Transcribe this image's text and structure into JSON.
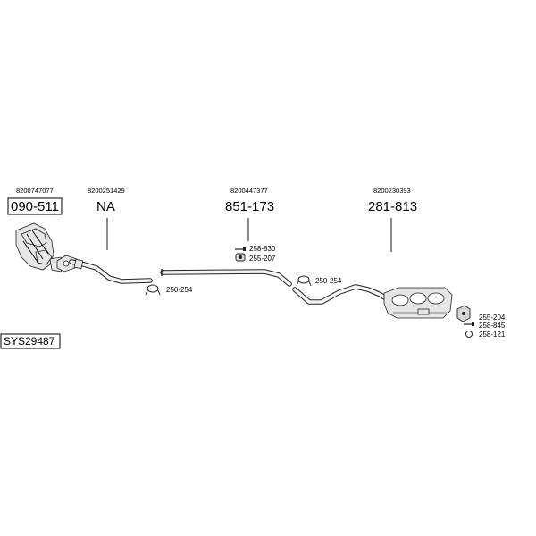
{
  "diagram": {
    "system_code": "SYS29487",
    "components": [
      {
        "oem": "8200747077",
        "part": "090-511"
      },
      {
        "oem": "8200251429",
        "part": "NA"
      },
      {
        "oem": "8200447377",
        "part": "851-173"
      },
      {
        "oem": "8200230393",
        "part": "281-813"
      }
    ],
    "accessories": {
      "clamp_front": "250-254",
      "bolt_mid": "258-830",
      "mount_mid": "255-207",
      "clamp_rear": "250-254",
      "mount_rear": "255-204",
      "bolt_rear": "258-845",
      "ring_rear": "258-121"
    }
  }
}
